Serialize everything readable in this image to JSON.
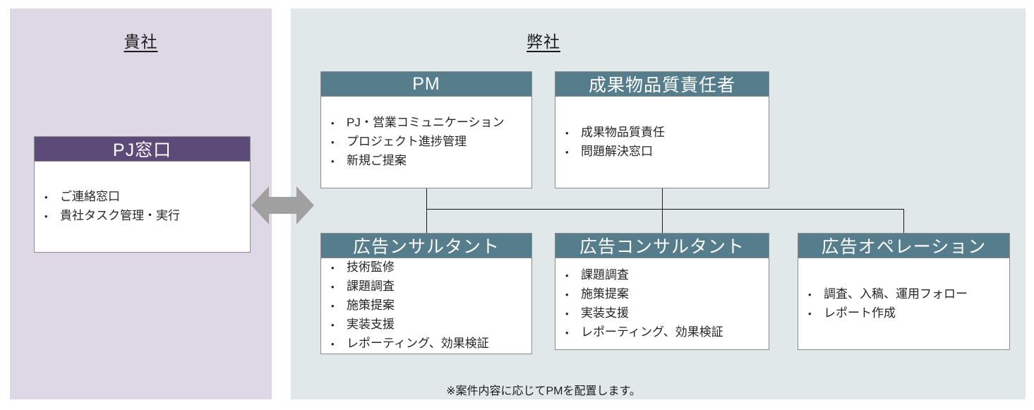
{
  "colors": {
    "left-panel-bg": "#DED8E6",
    "right-panel-bg": "#E1E8EA",
    "purple-header": "#5C4B78",
    "teal-header": "#567D8B",
    "header-text": "#FFFFFF",
    "body-text": "#262626",
    "title-text": "#1A1A1A",
    "box-border": "#8C8C8C",
    "box-bg": "#FFFFFF",
    "arrow-gray": "#A0A0A0",
    "line": "#1A1A1A"
  },
  "glyphs": {
    "bullet": "•"
  },
  "left_panel": {
    "title": "貴社",
    "box": {
      "title": "PJ窓口",
      "items": [
        "ご連絡窓口",
        "貴社タスク管理・実行"
      ]
    }
  },
  "right_panel": {
    "title": "弊社",
    "top_boxes": [
      {
        "title": "PM",
        "items": [
          "PJ・営業コミュニケーション",
          "プロジェクト進捗管理",
          "新規ご提案"
        ]
      },
      {
        "title": "成果物品質責任者",
        "items": [
          "成果物品質責任",
          "問題解決窓口"
        ]
      }
    ],
    "bottom_boxes": [
      {
        "title": "広告ンサルタント",
        "items": [
          "技術監修",
          "課題調査",
          "施策提案",
          "実装支援",
          "レポーティング、効果検証"
        ]
      },
      {
        "title": "広告コンサルタント",
        "items": [
          "課題調査",
          "施策提案",
          "実装支援",
          "レポーティング、効果検証"
        ]
      },
      {
        "title": "広告オペレーション",
        "items": [
          "調査、入稿、運用フォロー",
          "レポート作成"
        ]
      }
    ],
    "footnote": "※案件内容に応じてPMを配置します。"
  }
}
